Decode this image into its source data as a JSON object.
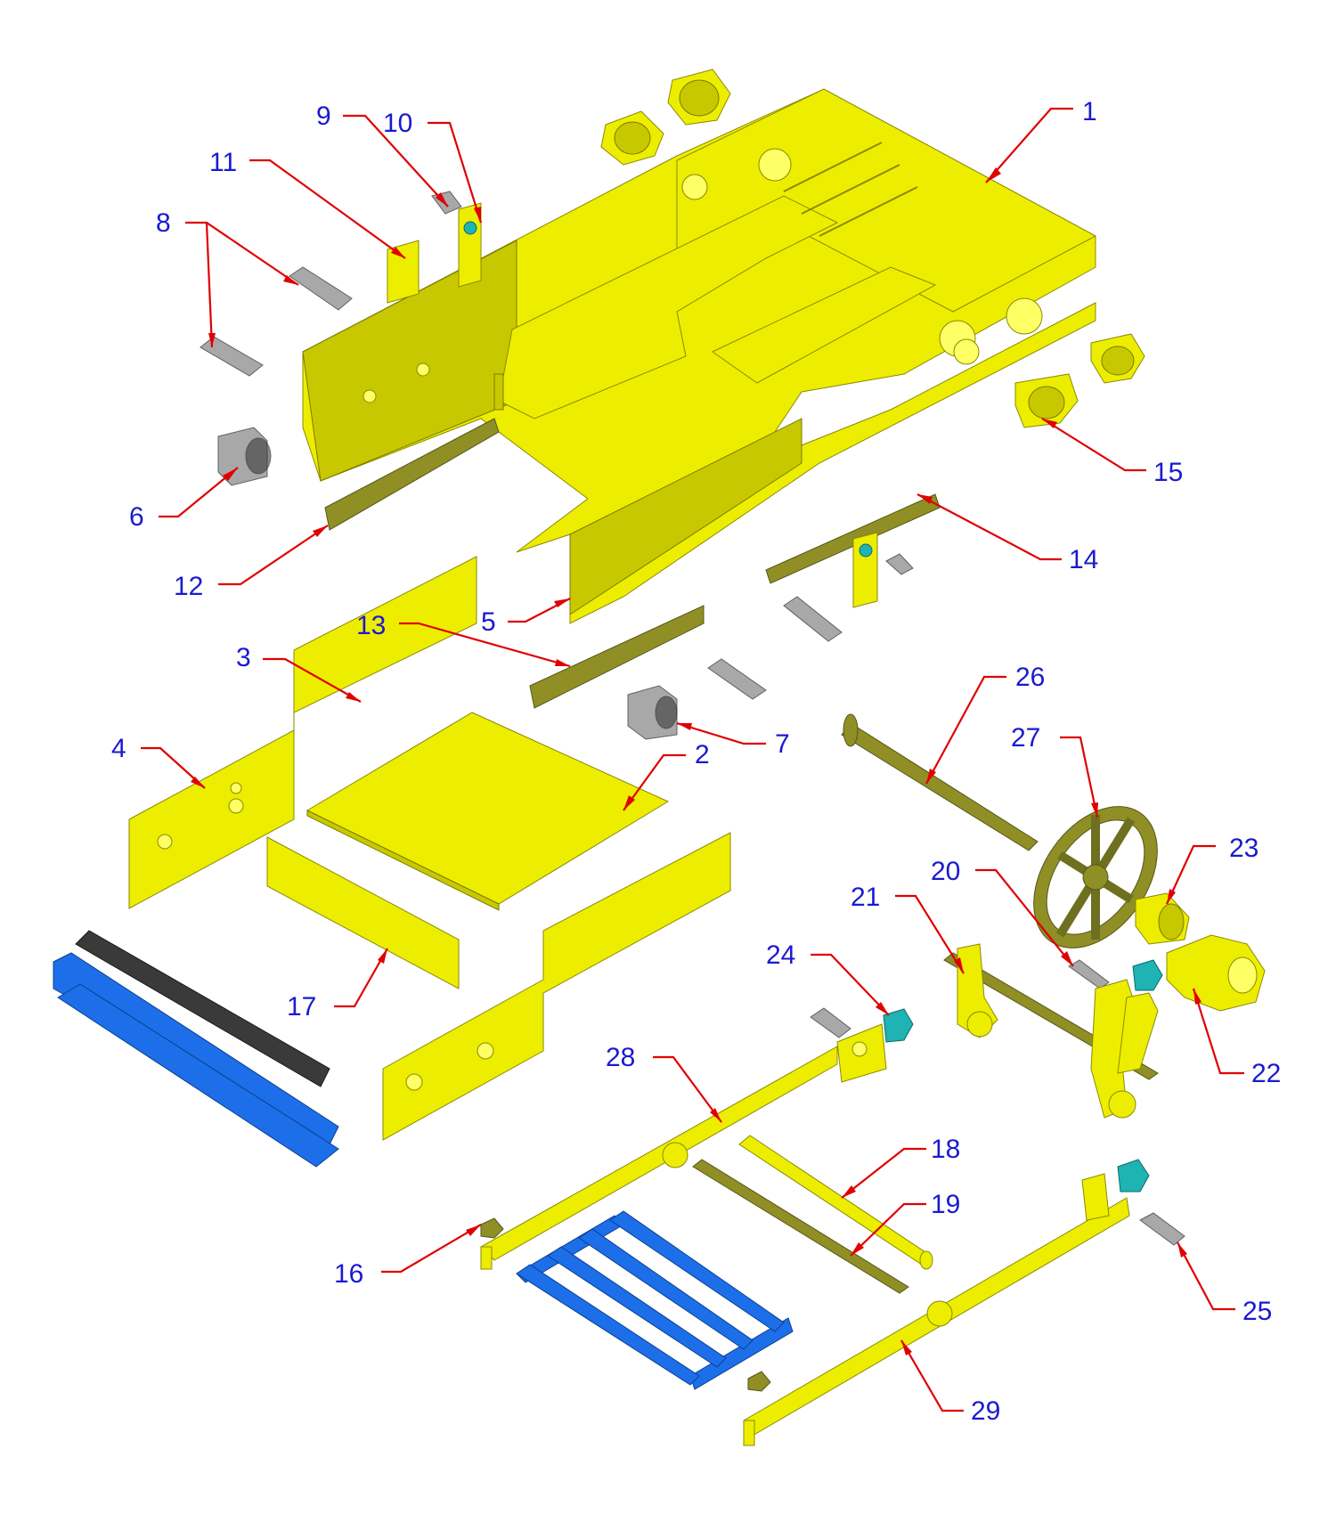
{
  "diagram": {
    "type": "exploded-assembly-view",
    "colors": {
      "part_primary": "#eded00",
      "part_secondary": "#8f8f25",
      "part_blue": "#1c6fe8",
      "part_gray": "#a8a8a8",
      "part_teal": "#1fb3b3",
      "leader_line": "#e00000",
      "label_text": "#1a1ad0",
      "background": "#ffffff"
    },
    "callouts": [
      {
        "id": "1",
        "label": "1"
      },
      {
        "id": "2",
        "label": "2"
      },
      {
        "id": "3",
        "label": "3"
      },
      {
        "id": "4",
        "label": "4"
      },
      {
        "id": "5",
        "label": "5"
      },
      {
        "id": "6",
        "label": "6"
      },
      {
        "id": "7",
        "label": "7"
      },
      {
        "id": "8",
        "label": "8"
      },
      {
        "id": "9",
        "label": "9"
      },
      {
        "id": "10",
        "label": "10"
      },
      {
        "id": "11",
        "label": "11"
      },
      {
        "id": "12",
        "label": "12"
      },
      {
        "id": "13",
        "label": "13"
      },
      {
        "id": "14",
        "label": "14"
      },
      {
        "id": "15",
        "label": "15"
      },
      {
        "id": "16",
        "label": "16"
      },
      {
        "id": "17",
        "label": "17"
      },
      {
        "id": "18",
        "label": "18"
      },
      {
        "id": "19",
        "label": "19"
      },
      {
        "id": "20",
        "label": "20"
      },
      {
        "id": "21",
        "label": "21"
      },
      {
        "id": "22",
        "label": "22"
      },
      {
        "id": "23",
        "label": "23"
      },
      {
        "id": "24",
        "label": "24"
      },
      {
        "id": "25",
        "label": "25"
      },
      {
        "id": "26",
        "label": "26"
      },
      {
        "id": "27",
        "label": "27"
      },
      {
        "id": "28",
        "label": "28"
      },
      {
        "id": "29",
        "label": "29"
      }
    ]
  }
}
